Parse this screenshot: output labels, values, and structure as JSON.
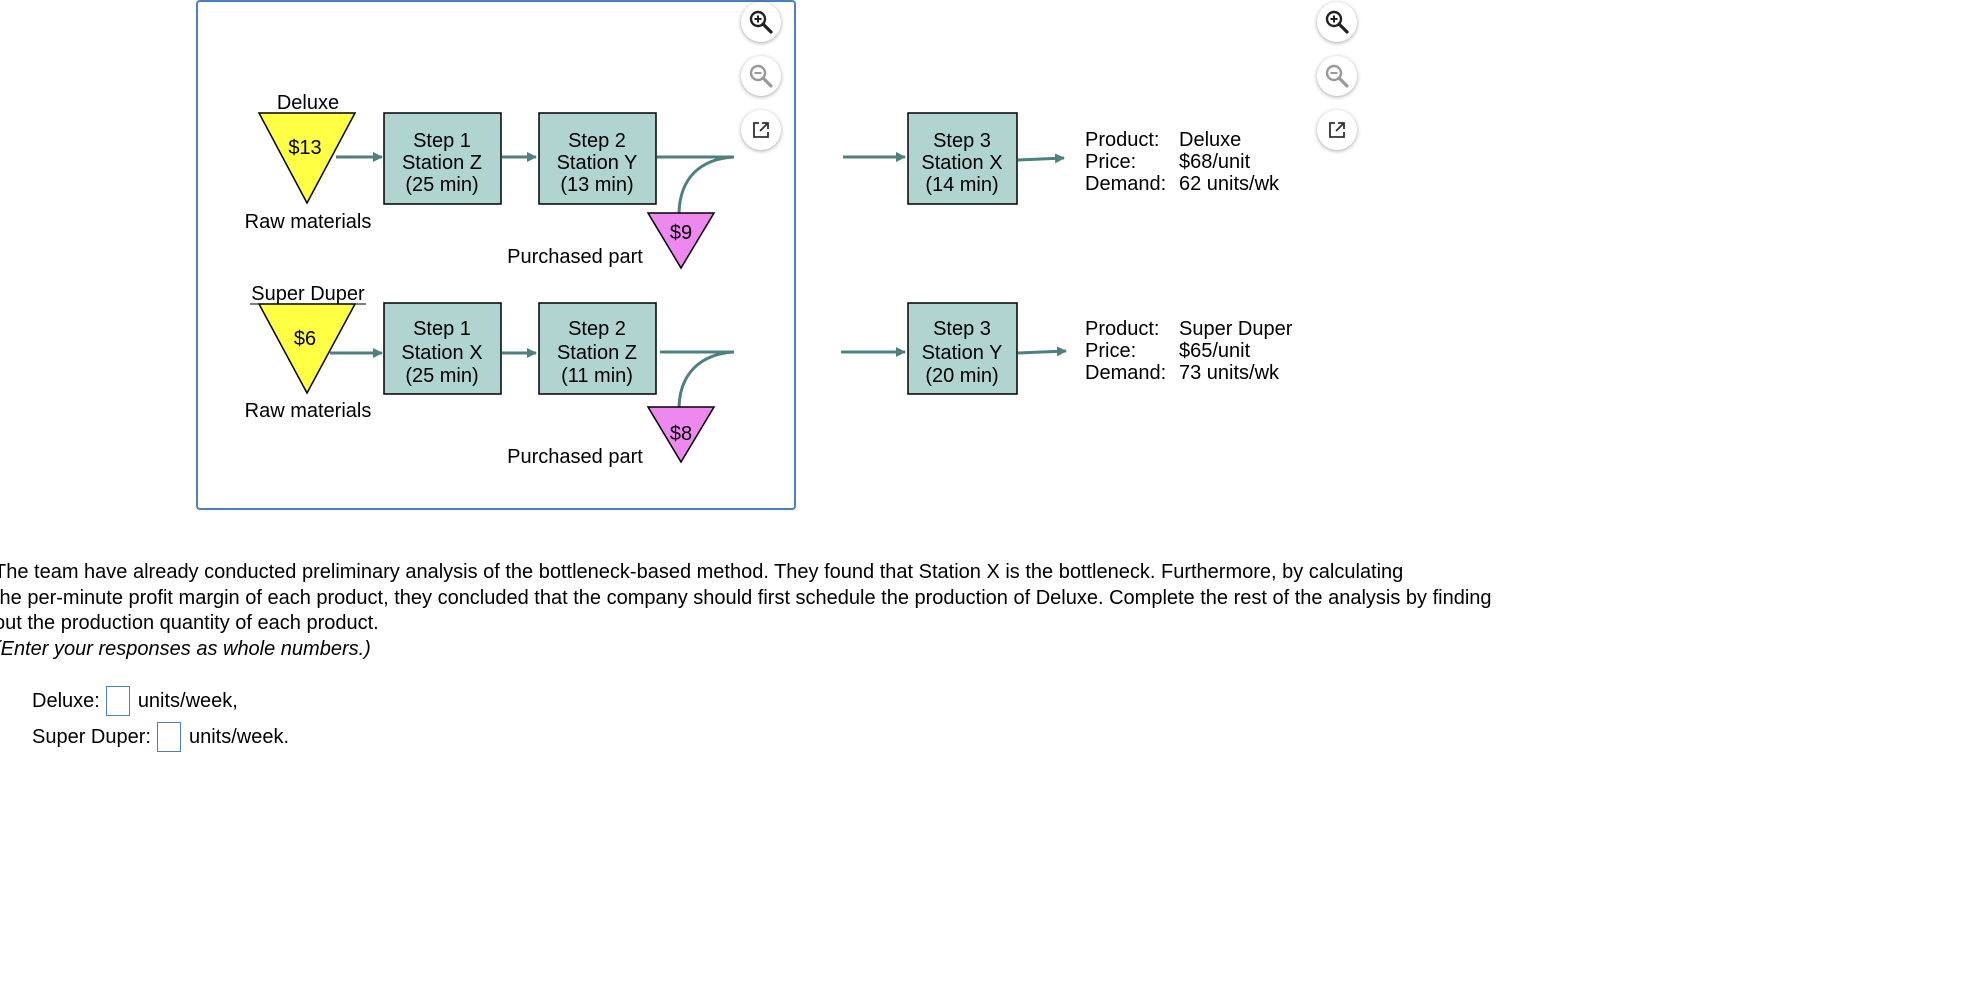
{
  "products": [
    {
      "name": "Deluxe",
      "raw_cost": "$13",
      "raw_label": "Raw materials",
      "step1": {
        "l1": "Step 1",
        "l2": "Station Z",
        "l3": "(25 min)"
      },
      "step2": {
        "l1": "Step 2",
        "l2": "Station Y",
        "l3": "(13 min)"
      },
      "part_cost": "$9",
      "part_label": "Purchased part",
      "step3": {
        "l1": "Step 3",
        "l2": "Station X",
        "l3": "(14 min)"
      },
      "info": {
        "product_label": "Product:",
        "product": "Deluxe",
        "price_label": "Price:",
        "price": "$68/unit",
        "demand_label": "Demand:",
        "demand": "62 units/wk"
      }
    },
    {
      "name": "Super Duper",
      "raw_cost": "$6",
      "raw_label": "Raw materials",
      "step1": {
        "l1": "Step 1",
        "l2": "Station X",
        "l3": "(25 min)"
      },
      "step2": {
        "l1": "Step 2",
        "l2": "Station Z",
        "l3": "(11 min)"
      },
      "part_cost": "$8",
      "part_label": "Purchased part",
      "step3": {
        "l1": "Step 3",
        "l2": "Station Y",
        "l3": "(20 min)"
      },
      "info": {
        "product_label": "Product:",
        "product": "Super Duper",
        "price_label": "Price:",
        "price": "$65/unit",
        "demand_label": "Demand:",
        "demand": "73 units/wk"
      }
    }
  ],
  "question": {
    "line1": "The team have already conducted preliminary analysis of the bottleneck-based method. They found that Station X is the bottleneck. Furthermore, by calculating",
    "line2": "the per-minute profit margin of each product, they concluded that the company should first schedule the production of Deluxe. Complete the rest of the analysis by finding",
    "line3": "out the production quantity of each product.",
    "hint": "(Enter your responses as whole numbers.)"
  },
  "answers": [
    {
      "label": "Deluxe:",
      "unit": "units/week,",
      "value": ""
    },
    {
      "label": "Super Duper:",
      "unit": "units/week.",
      "value": ""
    }
  ],
  "icons": [
    "zoom-in-icon",
    "zoom-out-icon",
    "open-external-icon"
  ],
  "colors": {
    "frame_border": "#4a7fc4",
    "raw_material": "#ffff44",
    "purchased_part": "#ee88ee",
    "station_box": "#b0d4d0",
    "arrow": "#4f7f7f"
  }
}
